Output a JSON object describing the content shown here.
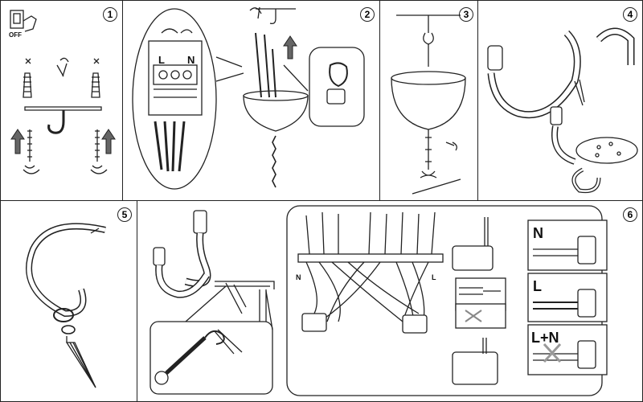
{
  "steps": [
    {
      "number": "1"
    },
    {
      "number": "2"
    },
    {
      "number": "3"
    },
    {
      "number": "4"
    },
    {
      "number": "5"
    },
    {
      "number": "6"
    }
  ],
  "step1": {
    "switch_label": "OFF"
  },
  "step2": {
    "terminal_live": "L",
    "terminal_neutral": "N"
  },
  "step6": {
    "wire_tag_n": "N",
    "wire_tag_l": "L",
    "option_n": "N",
    "option_l": "L",
    "option_ln": "L+N"
  }
}
